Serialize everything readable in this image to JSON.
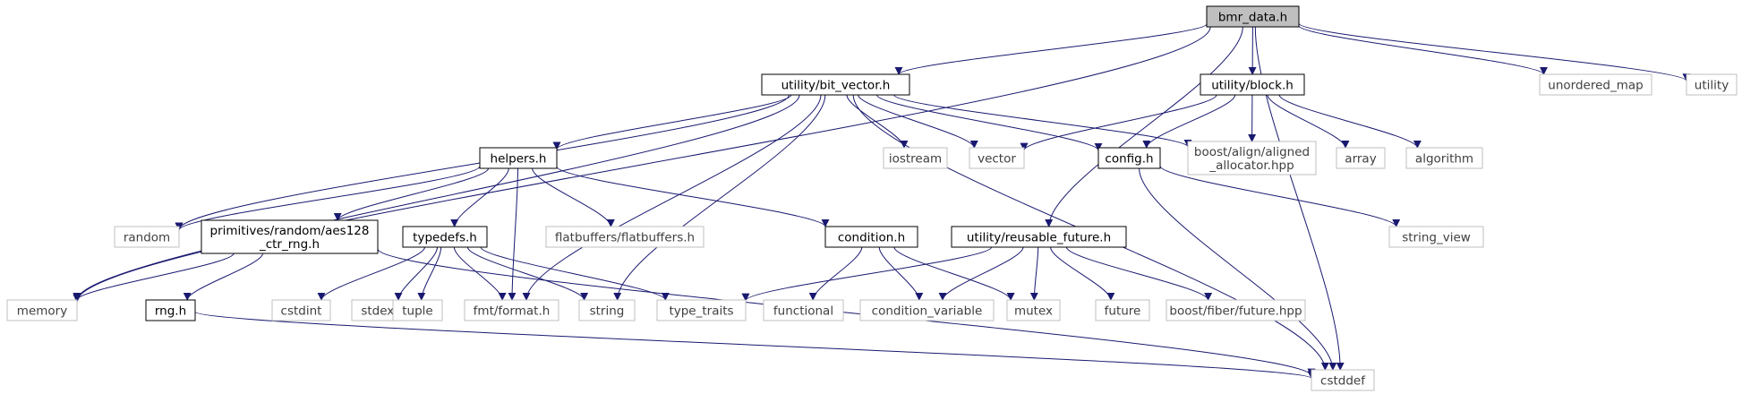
{
  "colors": {
    "edge": "#191970",
    "border_solid": "#000000",
    "border_external": "#bfbfbf",
    "root_fill": "#bfbfbf",
    "label_solid": "#000000",
    "label_external": "#3f3f3f"
  },
  "nodes": [
    {
      "id": "bmr_data",
      "label": "bmr_data.h",
      "kind": "root"
    },
    {
      "id": "bit_vector",
      "label": "utility/bit_vector.h",
      "kind": "local"
    },
    {
      "id": "block",
      "label": "utility/block.h",
      "kind": "local"
    },
    {
      "id": "unordered_map",
      "label": "unordered_map",
      "kind": "external"
    },
    {
      "id": "utility",
      "label": "utility",
      "kind": "external"
    },
    {
      "id": "helpers",
      "label": "helpers.h",
      "kind": "local"
    },
    {
      "id": "iostream",
      "label": "iostream",
      "kind": "external"
    },
    {
      "id": "vector",
      "label": "vector",
      "kind": "external"
    },
    {
      "id": "config",
      "label": "config.h",
      "kind": "local"
    },
    {
      "id": "aligned_allocator",
      "label": [
        "boost/align/aligned",
        "_allocator.hpp"
      ],
      "kind": "external"
    },
    {
      "id": "array",
      "label": "array",
      "kind": "external"
    },
    {
      "id": "algorithm",
      "label": "algorithm",
      "kind": "external"
    },
    {
      "id": "random",
      "label": "random",
      "kind": "external"
    },
    {
      "id": "aes128",
      "label": [
        "primitives/random/aes128",
        "_ctr_rng.h"
      ],
      "kind": "local"
    },
    {
      "id": "typedefs",
      "label": "typedefs.h",
      "kind": "local"
    },
    {
      "id": "flatbuffers",
      "label": "flatbuffers/flatbuffers.h",
      "kind": "external"
    },
    {
      "id": "condition",
      "label": "condition.h",
      "kind": "local"
    },
    {
      "id": "reusable_future",
      "label": "utility/reusable_future.h",
      "kind": "local"
    },
    {
      "id": "string_view",
      "label": "string_view",
      "kind": "external"
    },
    {
      "id": "memory",
      "label": "memory",
      "kind": "external"
    },
    {
      "id": "rng",
      "label": "rng.h",
      "kind": "local"
    },
    {
      "id": "cstdint",
      "label": "cstdint",
      "kind": "external"
    },
    {
      "id": "stdexcept",
      "label": "stdexcept",
      "kind": "external"
    },
    {
      "id": "tuple",
      "label": "tuple",
      "kind": "external"
    },
    {
      "id": "fmt_format",
      "label": "fmt/format.h",
      "kind": "external"
    },
    {
      "id": "string",
      "label": "string",
      "kind": "external"
    },
    {
      "id": "type_traits",
      "label": "type_traits",
      "kind": "external"
    },
    {
      "id": "functional",
      "label": "functional",
      "kind": "external"
    },
    {
      "id": "condition_variable",
      "label": "condition_variable",
      "kind": "external"
    },
    {
      "id": "mutex",
      "label": "mutex",
      "kind": "external"
    },
    {
      "id": "future",
      "label": "future",
      "kind": "external"
    },
    {
      "id": "fiber_future",
      "label": "boost/fiber/future.hpp",
      "kind": "external"
    },
    {
      "id": "cstddef",
      "label": "cstddef",
      "kind": "external"
    }
  ],
  "edges": [
    {
      "from": "bmr_data",
      "to": "memory"
    },
    {
      "from": "bmr_data",
      "to": "bit_vector"
    },
    {
      "from": "bmr_data",
      "to": "reusable_future"
    },
    {
      "from": "bmr_data",
      "to": "block"
    },
    {
      "from": "bmr_data",
      "to": "cstddef"
    },
    {
      "from": "bmr_data",
      "to": "unordered_map"
    },
    {
      "from": "bmr_data",
      "to": "utility"
    },
    {
      "from": "bit_vector",
      "to": "memory"
    },
    {
      "from": "bit_vector",
      "to": "random"
    },
    {
      "from": "bit_vector",
      "to": "helpers"
    },
    {
      "from": "bit_vector",
      "to": "fmt_format"
    },
    {
      "from": "bit_vector",
      "to": "string"
    },
    {
      "from": "bit_vector",
      "to": "iostream"
    },
    {
      "from": "bit_vector",
      "to": "vector"
    },
    {
      "from": "bit_vector",
      "to": "config"
    },
    {
      "from": "bit_vector",
      "to": "aligned_allocator"
    },
    {
      "from": "bit_vector",
      "to": "cstddef"
    },
    {
      "from": "block",
      "to": "vector"
    },
    {
      "from": "block",
      "to": "config"
    },
    {
      "from": "block",
      "to": "aligned_allocator"
    },
    {
      "from": "block",
      "to": "array"
    },
    {
      "from": "block",
      "to": "algorithm"
    },
    {
      "from": "helpers",
      "to": "random"
    },
    {
      "from": "helpers",
      "to": "aes128"
    },
    {
      "from": "helpers",
      "to": "typedefs"
    },
    {
      "from": "helpers",
      "to": "fmt_format"
    },
    {
      "from": "helpers",
      "to": "flatbuffers"
    },
    {
      "from": "helpers",
      "to": "condition"
    },
    {
      "from": "aes128",
      "to": "memory"
    },
    {
      "from": "aes128",
      "to": "rng"
    },
    {
      "from": "aes128",
      "to": "cstddef"
    },
    {
      "from": "typedefs",
      "to": "cstdint"
    },
    {
      "from": "typedefs",
      "to": "stdexcept"
    },
    {
      "from": "typedefs",
      "to": "tuple"
    },
    {
      "from": "typedefs",
      "to": "fmt_format"
    },
    {
      "from": "typedefs",
      "to": "string"
    },
    {
      "from": "typedefs",
      "to": "type_traits"
    },
    {
      "from": "condition",
      "to": "functional"
    },
    {
      "from": "condition",
      "to": "condition_variable"
    },
    {
      "from": "condition",
      "to": "mutex"
    },
    {
      "from": "reusable_future",
      "to": "type_traits"
    },
    {
      "from": "reusable_future",
      "to": "condition_variable"
    },
    {
      "from": "reusable_future",
      "to": "mutex"
    },
    {
      "from": "reusable_future",
      "to": "future"
    },
    {
      "from": "reusable_future",
      "to": "fiber_future"
    },
    {
      "from": "config",
      "to": "string_view"
    },
    {
      "from": "config",
      "to": "cstddef"
    },
    {
      "from": "rng",
      "to": "cstddef"
    }
  ]
}
